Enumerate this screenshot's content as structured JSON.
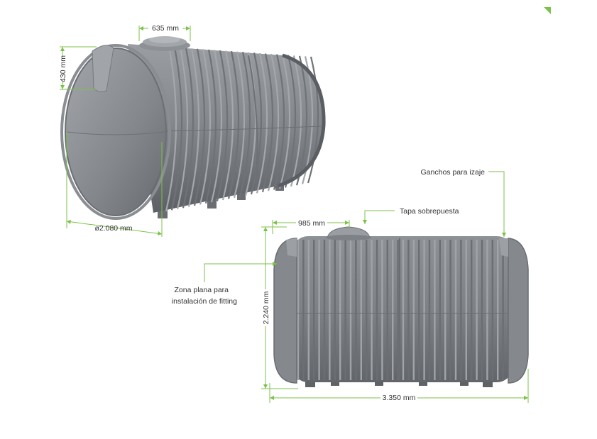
{
  "accent_color": "#7cc24a",
  "tank_color": "#7f8288",
  "dimensions": {
    "top_width": "635 mm",
    "top_height": "430 mm",
    "diameter": "ø2.080 mm",
    "cover_width": "985 mm",
    "height": "2.240 mm",
    "length": "3.350 mm"
  },
  "callouts": {
    "lifting_hooks": "Ganchos para izaje",
    "overlay_cover": "Tapa sobrepuesta",
    "flat_zone_line1": "Zona plana para",
    "flat_zone_line2": "instalación de fitting"
  }
}
